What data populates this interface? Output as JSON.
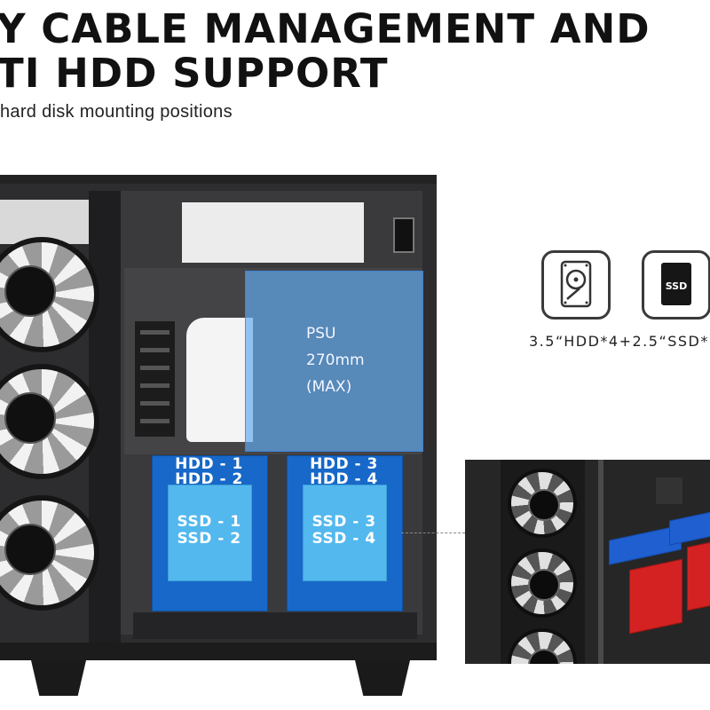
{
  "heading": {
    "line1": "Y CABLE MANAGEMENT AND",
    "line2": "TI HDD SUPPORT",
    "subtitle": "hard disk mounting positions"
  },
  "psu": {
    "line1": "PSU",
    "line2": "270mm",
    "line3": "(MAX)"
  },
  "drive_bays": [
    {
      "hdd_a": "HDD - 1",
      "hdd_b": "HDD - 2",
      "ssd_a": "SSD - 1",
      "ssd_b": "SSD - 2"
    },
    {
      "hdd_a": "HDD - 3",
      "hdd_b": "HDD - 4",
      "ssd_a": "SSD - 3",
      "ssd_b": "SSD - 4"
    }
  ],
  "icons": {
    "hdd": "hard-disk-icon",
    "ssd": "ssd-icon",
    "ssd_text": "SSD"
  },
  "drive_spec": "3.5“HDD*4+2.5“SSD*",
  "colors": {
    "psu_overlay": "#60aaf0",
    "drive_frame": "#1768c8",
    "drive_inner": "#52b8ee",
    "sled_blue": "#1f5fd0",
    "sled_red": "#d42222"
  }
}
